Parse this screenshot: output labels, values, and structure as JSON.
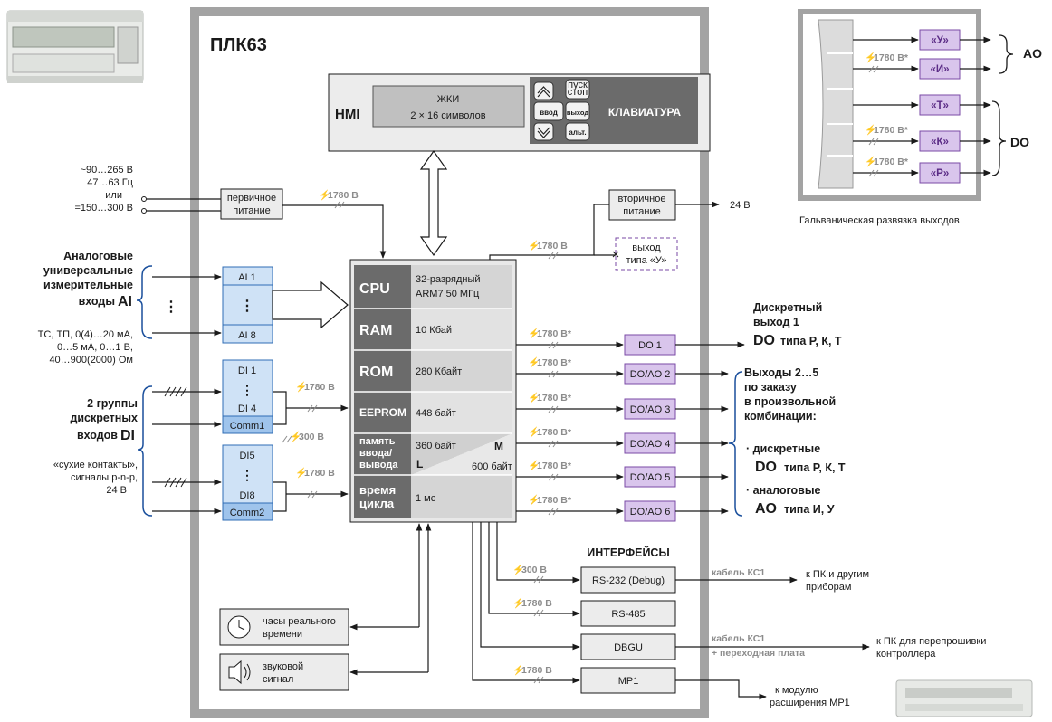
{
  "title": "ПЛК63",
  "hmi": {
    "label": "HMI",
    "lcd_title": "ЖКИ",
    "lcd_sub": "2 × 16 символов",
    "keyboard_label": "КЛАВИАТУРА",
    "keys": [
      "пуск стоп",
      "ввод",
      "выход",
      "альт."
    ]
  },
  "power": {
    "input_lines": [
      "~90…265 В",
      "47…63 Гц",
      "или",
      "=150…300 В"
    ],
    "primary_label": "первичное питание",
    "secondary_label": "вторичное питание",
    "secondary_out": "24 В",
    "output_u_label": "выход типа «У»"
  },
  "isolation": {
    "v1780": "1780 В",
    "v1780s": "1780 В*",
    "v300": "300 В"
  },
  "analog_inputs": {
    "heading": [
      "Аналоговые",
      "универсальные",
      "измерительные",
      "входы"
    ],
    "heading_code": "AI",
    "types": [
      "ТС, ТП, 0(4)…20 мА,",
      "0…5 мА, 0…1 В,",
      "40…900(2000) Ом"
    ],
    "ch_first": "AI 1",
    "ch_last": "AI 8"
  },
  "discrete_inputs": {
    "heading": [
      "2 группы",
      "дискретных",
      "входов"
    ],
    "heading_code": "DI",
    "types": [
      "«сухие контакты»,",
      "сигналы p-n-p,",
      "24 В"
    ],
    "group1": [
      "DI 1",
      "DI 4",
      "Comm1"
    ],
    "group2": [
      "DI5",
      "DI8",
      "Comm2"
    ]
  },
  "cpu": {
    "rows": [
      {
        "name": "CPU",
        "value": "32-разрядный ARM7  50 МГц"
      },
      {
        "name": "RAM",
        "value": "10 Кбайт"
      },
      {
        "name": "ROM",
        "value": "280 Кбайт"
      },
      {
        "name": "EEPROM",
        "value": "448 байт"
      },
      {
        "name": "память ввода/ вывода",
        "value": "360 байт",
        "value2": "600 байт",
        "tag_m": "M",
        "tag_l": "L"
      },
      {
        "name": "время цикла",
        "value": "1 мс"
      }
    ]
  },
  "outputs": {
    "channels": [
      "DO 1",
      "DO/AO 2",
      "DO/AO 3",
      "DO/AO 4",
      "DO/AO 5",
      "DO/AO 6"
    ],
    "do1_text": [
      "Дискретный",
      "выход 1"
    ],
    "do1_code": "DO",
    "do1_types": "типа Р, К, Т",
    "group_text": [
      "Выходы 2…5",
      "по заказу",
      "в произвольной",
      "комбинации:"
    ],
    "bullet1": "· дискретные",
    "bullet1_code": "DO",
    "bullet1_types": "типа Р, К, Т",
    "bullet2": "· аналоговые",
    "bullet2_code": "AO",
    "bullet2_types": "типа И, У"
  },
  "interfaces": {
    "heading": "ИНТЕРФЕЙСЫ",
    "items": [
      "RS-232 (Debug)",
      "RS-485",
      "DBGU",
      "MP1"
    ],
    "cable1": "кабель КС1",
    "cable2": "кабель КС1",
    "cable2_extra": "+ переходная плата",
    "dest1": [
      "к ПК и другим",
      "приборам"
    ],
    "dest3": [
      "к ПК для перепрошивки",
      "контроллера"
    ],
    "dest4": [
      "к модулю",
      "расширения МР1"
    ]
  },
  "peripherals": {
    "clock": [
      "часы реального",
      "времени"
    ],
    "buzzer": [
      "звуковой",
      "сигнал"
    ]
  },
  "legend": {
    "chips": [
      "«У»",
      "«И»",
      "«Т»",
      "«К»",
      "«Р»"
    ],
    "ao": "AO",
    "do": "DO",
    "caption": "Гальваническая развязка выходов"
  },
  "colors": {
    "frame": "#a3a3a3",
    "dark_cell": "#6b6b6b",
    "blue_box": "#cfe2f6",
    "blue_border": "#2f6cb5",
    "purple_box": "#d9c5ec",
    "purple_border": "#7a4aa6"
  }
}
